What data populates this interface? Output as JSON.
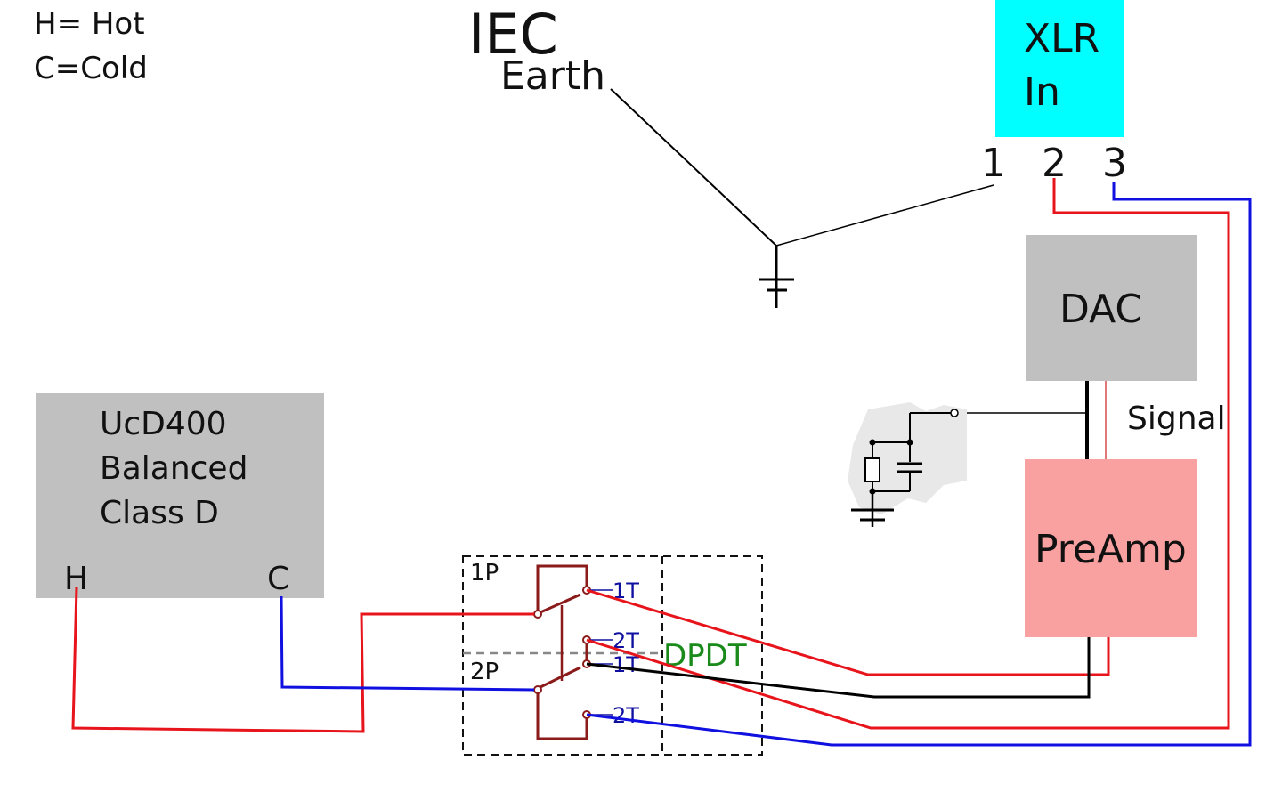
{
  "legend": {
    "hot": "H= Hot",
    "cold": "C=Cold"
  },
  "iec": {
    "title": "IEC",
    "earth": "Earth"
  },
  "xlr": {
    "line1": "XLR",
    "line2": "In",
    "pin1": "1",
    "pin2": "2",
    "pin3": "3"
  },
  "dac": {
    "label": "DAC"
  },
  "signal": {
    "label": "Signal"
  },
  "preamp": {
    "label": "PreAmp"
  },
  "amp": {
    "line1": "UcD400",
    "line2": "Balanced",
    "line3": "Class D",
    "hot": "H",
    "cold": "C"
  },
  "switch": {
    "label": "DPDT",
    "pole1": "1P",
    "pole2": "2P",
    "t1a": "1T",
    "t2a": "2T",
    "t1b": "1T",
    "t2b": "2T"
  },
  "colors": {
    "hot": "#e8141b",
    "cold": "#1010e0",
    "ground": "#000000",
    "xlr_box": "#00ffff",
    "dac_box": "#c0c0c0",
    "preamp_box": "#f9a0a0",
    "amp_box": "#c0c0c0",
    "switch_body": "#8b1a1a",
    "dpdt_text": "#1a8a1a"
  }
}
